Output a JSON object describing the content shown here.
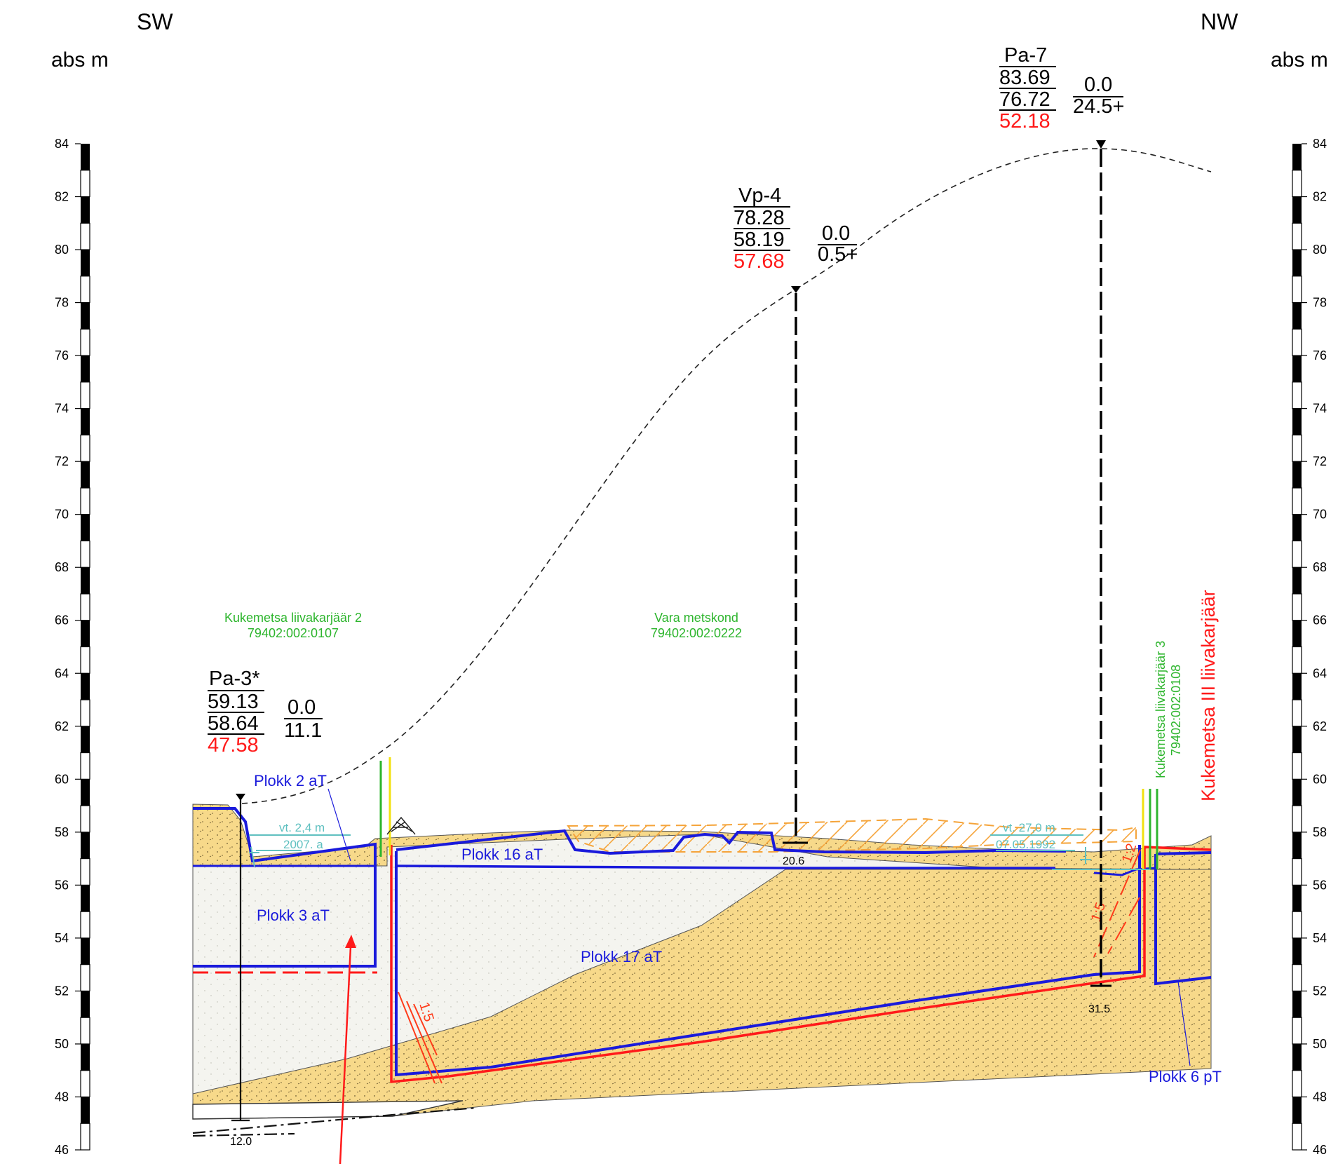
{
  "header": {
    "left_direction": "SW",
    "right_direction": "NW",
    "left_unit": "abs m",
    "right_unit": "abs m"
  },
  "scale": {
    "ticks": [
      "84",
      "82",
      "80",
      "78",
      "76",
      "74",
      "72",
      "70",
      "68",
      "66",
      "64",
      "62",
      "60",
      "58",
      "56",
      "54",
      "52",
      "50",
      "48",
      "46"
    ]
  },
  "boreholes": [
    {
      "id": "pa3",
      "name": "Pa-3*",
      "top_elevation": "59.13",
      "second_elevation": "58.64",
      "bottom_elevation": "47.58",
      "interval_top": "0.0",
      "interval_bottom": "11.1",
      "depth_label": "12.0"
    },
    {
      "id": "vp4",
      "name": "Vp-4",
      "top_elevation": "78.28",
      "second_elevation": "58.19",
      "bottom_elevation": "57.68",
      "interval_top": "0.0",
      "interval_bottom": "0.5+",
      "depth_label": "20.6"
    },
    {
      "id": "pa7",
      "name": "Pa-7",
      "top_elevation": "83.69",
      "second_elevation": "76.72",
      "bottom_elevation": "52.18",
      "interval_top": "0.0",
      "interval_bottom": "24.5+",
      "depth_label": "31.5"
    }
  ],
  "properties": [
    {
      "name": "Kukemetsa liivakarjäär 2",
      "code": "79402:002:0107"
    },
    {
      "name": "Vara metskond",
      "code": "79402:002:0222"
    },
    {
      "name": "Kukemetsa liivakarjäär 3",
      "code": "79402:002:0108"
    }
  ],
  "quarry_title": "Kukemetsa III liivakarjäär",
  "blocks": {
    "plokk2": "Plokk 2 aT",
    "plokk3": "Plokk 3 aT",
    "plokk16": "Plokk 16 aT",
    "plokk17": "Plokk 17 aT",
    "plokk6": "Plokk 6 pT"
  },
  "water_levels": [
    {
      "depth": "vt. 2,4 m",
      "date": "2007. a"
    },
    {
      "depth": "vt. 27,0 m",
      "date": "07.05.1992"
    }
  ],
  "slopes": [
    "1:5",
    "1:5",
    "1:2"
  ],
  "colors": {
    "sand": "#f7d98a",
    "grey_layer": "#f3f3ee",
    "block_border": "#1a1adb",
    "quarry_border": "#ff1a1a",
    "property_green": "#2db52d",
    "water_cyan": "#5fc0c0",
    "overburden_orange": "#f5a43a"
  }
}
